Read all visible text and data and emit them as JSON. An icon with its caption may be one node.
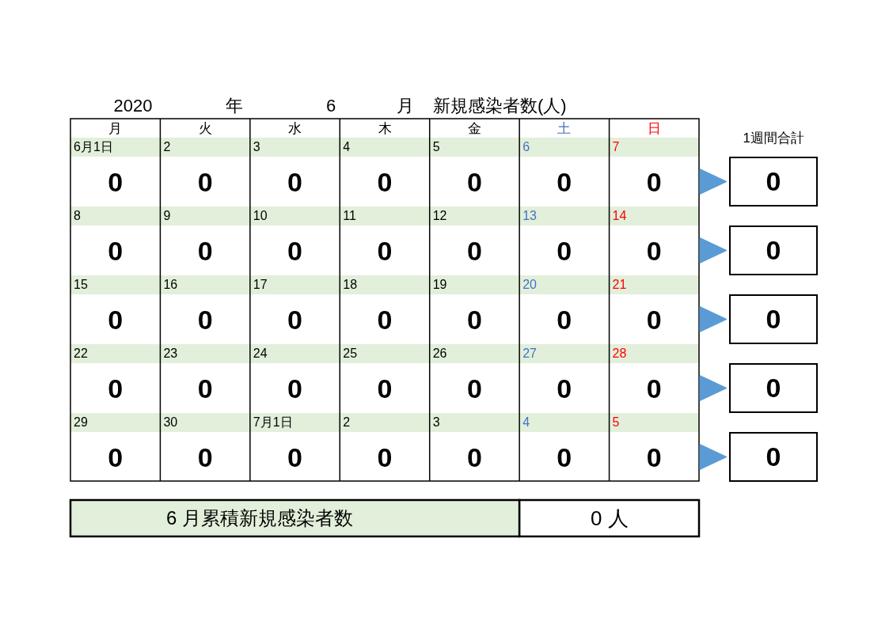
{
  "diagram": {
    "nodes": [
      {
        "text": [
          "0"
        ]
      },
      {
        "text": [
          "0"
        ]
      },
      {
        "text": [
          "0"
        ]
      },
      {
        "text": [
          "0"
        ]
      },
      {
        "text": [
          "0"
        ]
      }
    ],
    "edges": [
      {
        "from": null,
        "to": 0,
        "arrow": "to"
      },
      {
        "from": null,
        "to": 1,
        "arrow": "to"
      },
      {
        "from": null,
        "to": 2,
        "arrow": "to"
      },
      {
        "from": null,
        "to": 3,
        "arrow": "to"
      },
      {
        "from": null,
        "to": 4,
        "arrow": "to"
      }
    ],
    "labels": [
      "2020",
      "年",
      "6",
      "月",
      "新規感染者数(人)",
      "月",
      "火",
      "水",
      "木",
      "金",
      "土",
      "日",
      "1週間合計",
      "6月1日",
      "2",
      "3",
      "4",
      "5",
      "6",
      "7",
      "0",
      "0",
      "0",
      "0",
      "0",
      "0",
      "0",
      "8",
      "9",
      "10",
      "11",
      "12",
      "13",
      "14",
      "0",
      "0",
      "0",
      "0",
      "0",
      "0",
      "0",
      "15",
      "16",
      "17",
      "18",
      "19",
      "20",
      "21",
      "0",
      "0",
      "0",
      "0",
      "0",
      "0",
      "0",
      "22",
      "23",
      "24",
      "25",
      "26",
      "27",
      "28",
      "0",
      "0",
      "0",
      "0",
      "0",
      "0",
      "0",
      "29",
      "30",
      "7月1日",
      "2",
      "3",
      "4",
      "5",
      "0",
      "0",
      "0",
      "0",
      "0",
      "0",
      "0",
      "6 月累積新規感染者数",
      "0 人"
    ]
  }
}
